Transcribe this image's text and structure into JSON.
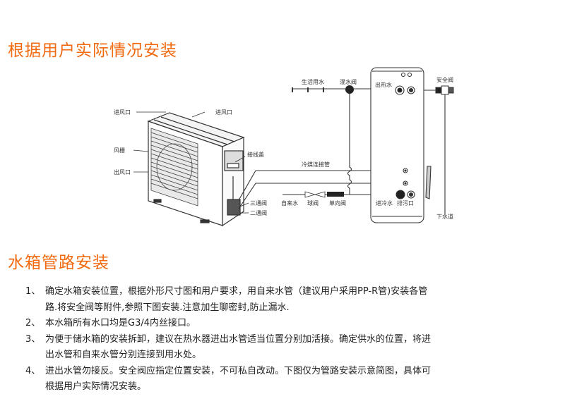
{
  "section1": {
    "title": "根据用户实际情况安装"
  },
  "diagram": {
    "outdoor_unit": {
      "labels": {
        "air_inlet_left": "进风口",
        "air_inlet_top": "进风口",
        "fan_grille": "风栅",
        "air_outlet": "出风口",
        "junction_cover": "接线盖",
        "three_way_valve": "三通阀",
        "two_way_valve": "二通阀"
      }
    },
    "piping": {
      "labels": {
        "domestic_water": "生活用水",
        "mixing_valve": "混水阀",
        "refrigerant_pipe": "冷媒连接管",
        "tap_water": "自来水",
        "ball_valve": "球阀",
        "check_valve": "单向阀"
      }
    },
    "tank": {
      "labels": {
        "hot_water_out": "出热水",
        "safety_valve": "安全阀",
        "cold_water_in": "进冷水",
        "drain_outlet": "排污口",
        "sewer": "下水道"
      }
    }
  },
  "section2": {
    "title": "水箱管路安装",
    "steps": [
      {
        "num": "1、",
        "lines": [
          "确定水箱安装位置，根据外形尺寸图和用户要求，用自来水管（建议用户采用PP-R管)安装各管",
          "路.将安全阀等附件,参照下图安装.注意加生聊密封,防止漏水."
        ]
      },
      {
        "num": "2、",
        "lines": [
          "本水箱所有水口均是G3/4内丝接口。"
        ]
      },
      {
        "num": "3、",
        "lines": [
          "为便于储水箱的安装拆卸，建议在热水器进出水管适当位置分别加活接。确定供水的位置，将进",
          "出水管和自来水管分别连接到用水处。"
        ]
      },
      {
        "num": "4、",
        "lines": [
          "进出水管勿接反。安全阀应指定位置安装，不可私自改动。下图仅为管路安装示意简图，具体可",
          "根据用户实际情况安装。"
        ]
      }
    ]
  },
  "colors": {
    "heading": "#f26a10",
    "text": "#222222",
    "line": "#333333"
  }
}
